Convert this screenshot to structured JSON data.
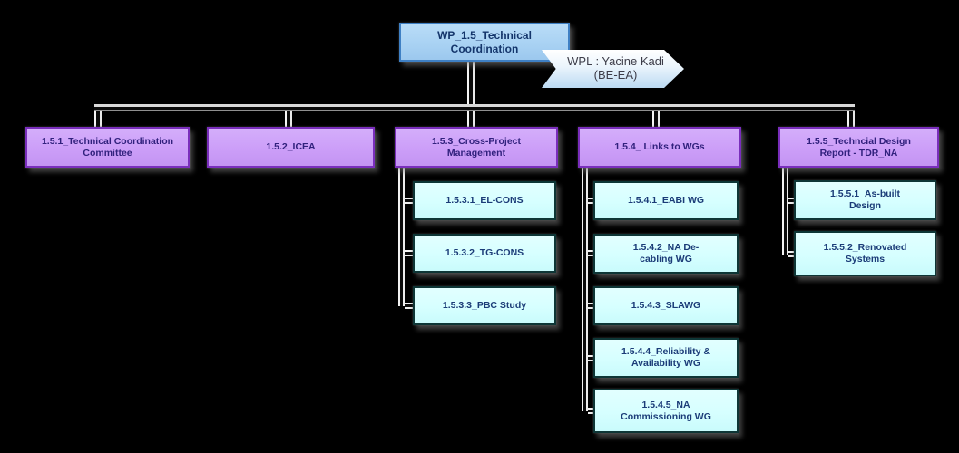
{
  "diagram": {
    "title": "WP_1.5 Technical Coordination work-breakdown chart",
    "root": {
      "label": "WP_1.5_Technical Coordination"
    },
    "wpl_banner": {
      "label": "WPL : Yacine Kadi (BE-EA)"
    },
    "branches": [
      {
        "id": "1.5.1",
        "label": "1.5.1_Technical Coordination Committee",
        "children": []
      },
      {
        "id": "1.5.2",
        "label": "1.5.2_ICEA",
        "children": []
      },
      {
        "id": "1.5.3",
        "label": "1.5.3_Cross-Project Management",
        "children": [
          {
            "label": "1.5.3.1_EL-CONS"
          },
          {
            "label": "1.5.3.2_TG-CONS"
          },
          {
            "label": "1.5.3.3_PBC Study"
          }
        ]
      },
      {
        "id": "1.5.4",
        "label": "1.5.4_ Links to WGs",
        "children": [
          {
            "label": "1.5.4.1_EABI WG"
          },
          {
            "label": "1.5.4.2_NA De-cabling WG"
          },
          {
            "label": "1.5.4.3_SLAWG"
          },
          {
            "label": "1.5.4.4_Reliability & Availability WG"
          },
          {
            "label": "1.5.4.5_NA Commissioning WG"
          }
        ]
      },
      {
        "id": "1.5.5",
        "label": "1.5.5_Techncial Design Report - TDR_NA",
        "children": [
          {
            "label": "1.5.5.1_As-built Design"
          },
          {
            "label": "1.5.5.2_Renovated Systems"
          }
        ]
      }
    ],
    "colors": {
      "background": "#000000",
      "root_fill": "#A9D2F3",
      "root_border": "#3F80C4",
      "branch_fill": "#CC9EF8",
      "branch_border": "#7A2EBC",
      "leaf_fill": "#D6FFFF",
      "leaf_border": "#0E3636",
      "banner_fill": "#DCEDF9",
      "connector_line": "#FFFFFF"
    }
  }
}
